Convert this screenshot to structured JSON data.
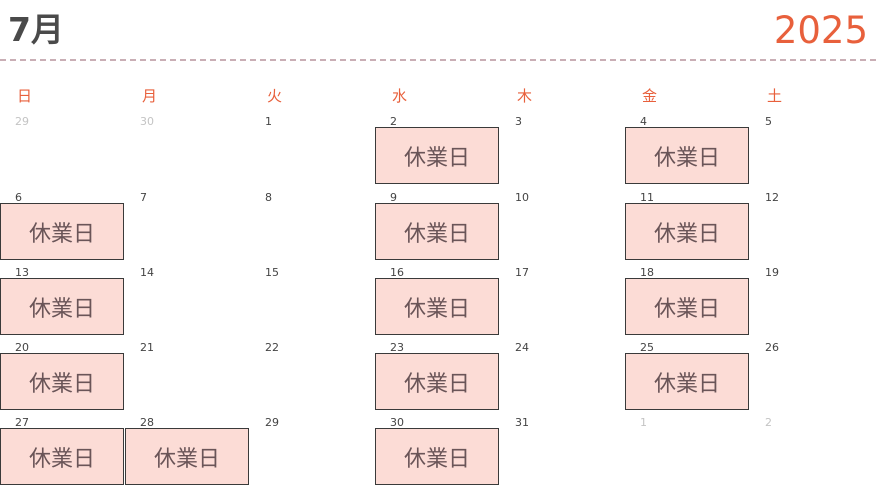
{
  "header": {
    "month": "7月",
    "year": "2025"
  },
  "colors": {
    "accent": "#e8603c",
    "event_bg": "#fcdcd6",
    "event_border": "#3a3a3a"
  },
  "weekdays": [
    "日",
    "月",
    "火",
    "水",
    "木",
    "金",
    "土"
  ],
  "weeks": [
    [
      {
        "day": "29",
        "other": true
      },
      {
        "day": "30",
        "other": true
      },
      {
        "day": "1"
      },
      {
        "day": "2",
        "event": "休業日"
      },
      {
        "day": "3"
      },
      {
        "day": "4",
        "event": "休業日"
      },
      {
        "day": "5"
      }
    ],
    [
      {
        "day": "6",
        "event": "休業日"
      },
      {
        "day": "7"
      },
      {
        "day": "8"
      },
      {
        "day": "9",
        "event": "休業日"
      },
      {
        "day": "10"
      },
      {
        "day": "11",
        "event": "休業日"
      },
      {
        "day": "12"
      }
    ],
    [
      {
        "day": "13",
        "event": "休業日"
      },
      {
        "day": "14"
      },
      {
        "day": "15"
      },
      {
        "day": "16",
        "event": "休業日"
      },
      {
        "day": "17"
      },
      {
        "day": "18",
        "event": "休業日"
      },
      {
        "day": "19"
      }
    ],
    [
      {
        "day": "20",
        "event": "休業日"
      },
      {
        "day": "21"
      },
      {
        "day": "22"
      },
      {
        "day": "23",
        "event": "休業日"
      },
      {
        "day": "24"
      },
      {
        "day": "25",
        "event": "休業日"
      },
      {
        "day": "26"
      }
    ],
    [
      {
        "day": "27",
        "event": "休業日"
      },
      {
        "day": "28",
        "event": "休業日"
      },
      {
        "day": "29"
      },
      {
        "day": "30",
        "event": "休業日"
      },
      {
        "day": "31"
      },
      {
        "day": "1",
        "other": true
      },
      {
        "day": "2",
        "other": true
      }
    ]
  ]
}
